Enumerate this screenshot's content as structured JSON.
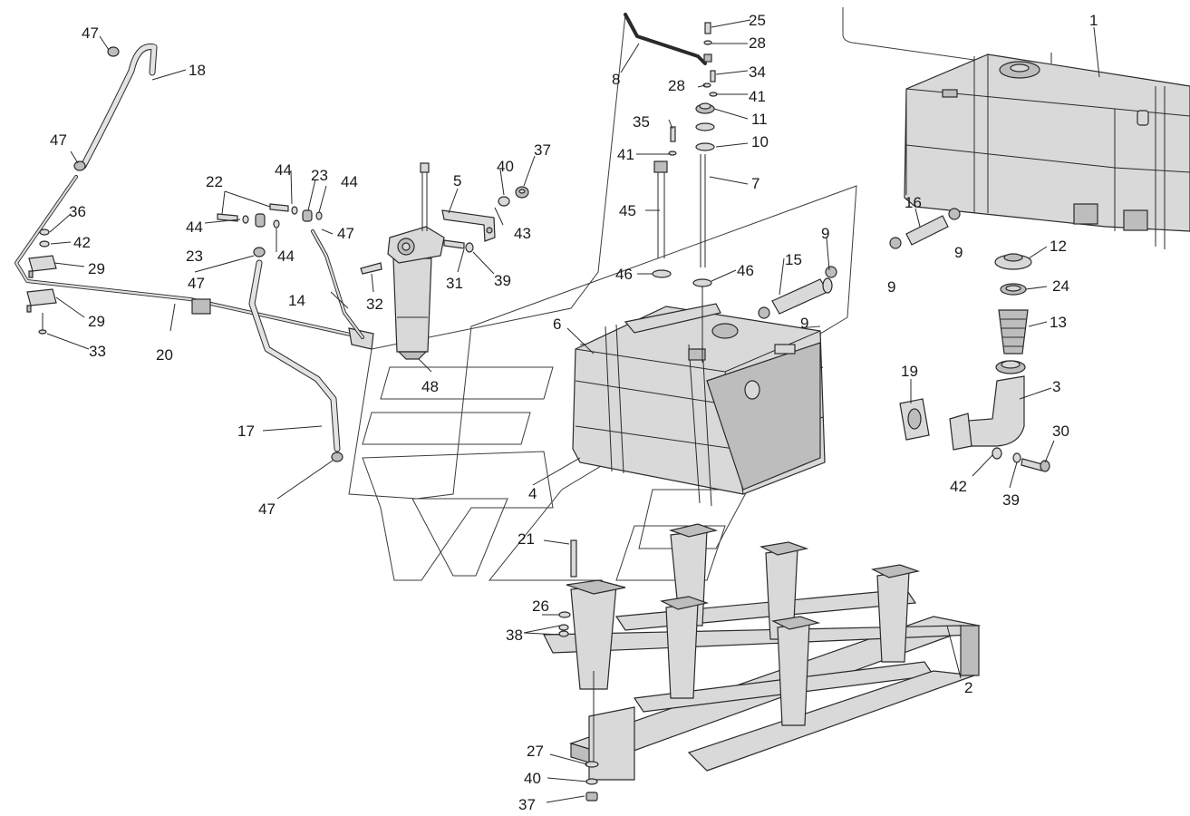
{
  "labels": {
    "n1": "1",
    "n2": "2",
    "n3": "3",
    "n4": "4",
    "n5": "5",
    "n6": "6",
    "n7": "7",
    "n8": "8",
    "n9": "9",
    "n10": "10",
    "n11": "11",
    "n12": "12",
    "n13": "13",
    "n14": "14",
    "n15": "15",
    "n16": "16",
    "n17": "17",
    "n18": "18",
    "n19": "19",
    "n20": "20",
    "n21": "21",
    "n22": "22",
    "n23": "23",
    "n24": "24",
    "n25": "25",
    "n26": "26",
    "n27": "27",
    "n28": "28",
    "n29": "29",
    "n30": "30",
    "n31": "31",
    "n32": "32",
    "n33": "33",
    "n34": "34",
    "n35": "35",
    "n36": "36",
    "n37": "37",
    "n38": "38",
    "n39": "39",
    "n40": "40",
    "n41": "41",
    "n42": "42",
    "n43": "43",
    "n44": "44",
    "n45": "45",
    "n46": "46",
    "n47": "47",
    "n48": "48"
  },
  "colors": {
    "background": "#ffffff",
    "line": "#2a2a2a",
    "part_fill": "#d9d9d9",
    "part_shade": "#bdbdbd"
  }
}
